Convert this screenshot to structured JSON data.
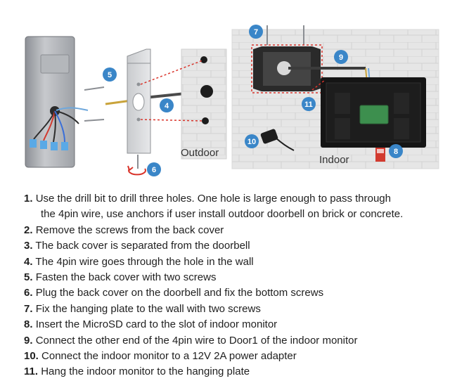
{
  "diagram": {
    "outdoor_label": "Outdoor",
    "indoor_label": "Indoor",
    "callouts": [
      "5",
      "4",
      "6",
      "7",
      "9",
      "11",
      "10",
      "8"
    ],
    "badge_color": "#3a86c8",
    "guide_color": "#d9342b"
  },
  "steps": [
    {
      "num": "1.",
      "text": "Use the drill bit to drill three holes. One hole is large enough to pass through",
      "cont": "the 4pin wire, use anchors if user install outdoor doorbell on brick or concrete."
    },
    {
      "num": "2.",
      "text": "Remove the screws from the back cover"
    },
    {
      "num": "3.",
      "text": "The back cover is separated from the doorbell"
    },
    {
      "num": "4.",
      "text": "The 4pin wire goes through the hole in the wall"
    },
    {
      "num": "5.",
      "text": "Fasten the back cover with two screws"
    },
    {
      "num": "6.",
      "text": "Plug the back cover on the doorbell and fix the bottom screws"
    },
    {
      "num": "7.",
      "text": "Fix the hanging plate to the wall with two screws"
    },
    {
      "num": "8.",
      "text": "Insert the MicroSD card to the slot of indoor monitor"
    },
    {
      "num": "9.",
      "text": "Connect the other end of the 4pin wire to Door1 of the indoor monitor"
    },
    {
      "num": "10.",
      "text": "Connect the indoor monitor to a 12V 2A power adapter"
    },
    {
      "num": "11.",
      "text": "Hang the indoor monitor to the hanging plate"
    }
  ]
}
